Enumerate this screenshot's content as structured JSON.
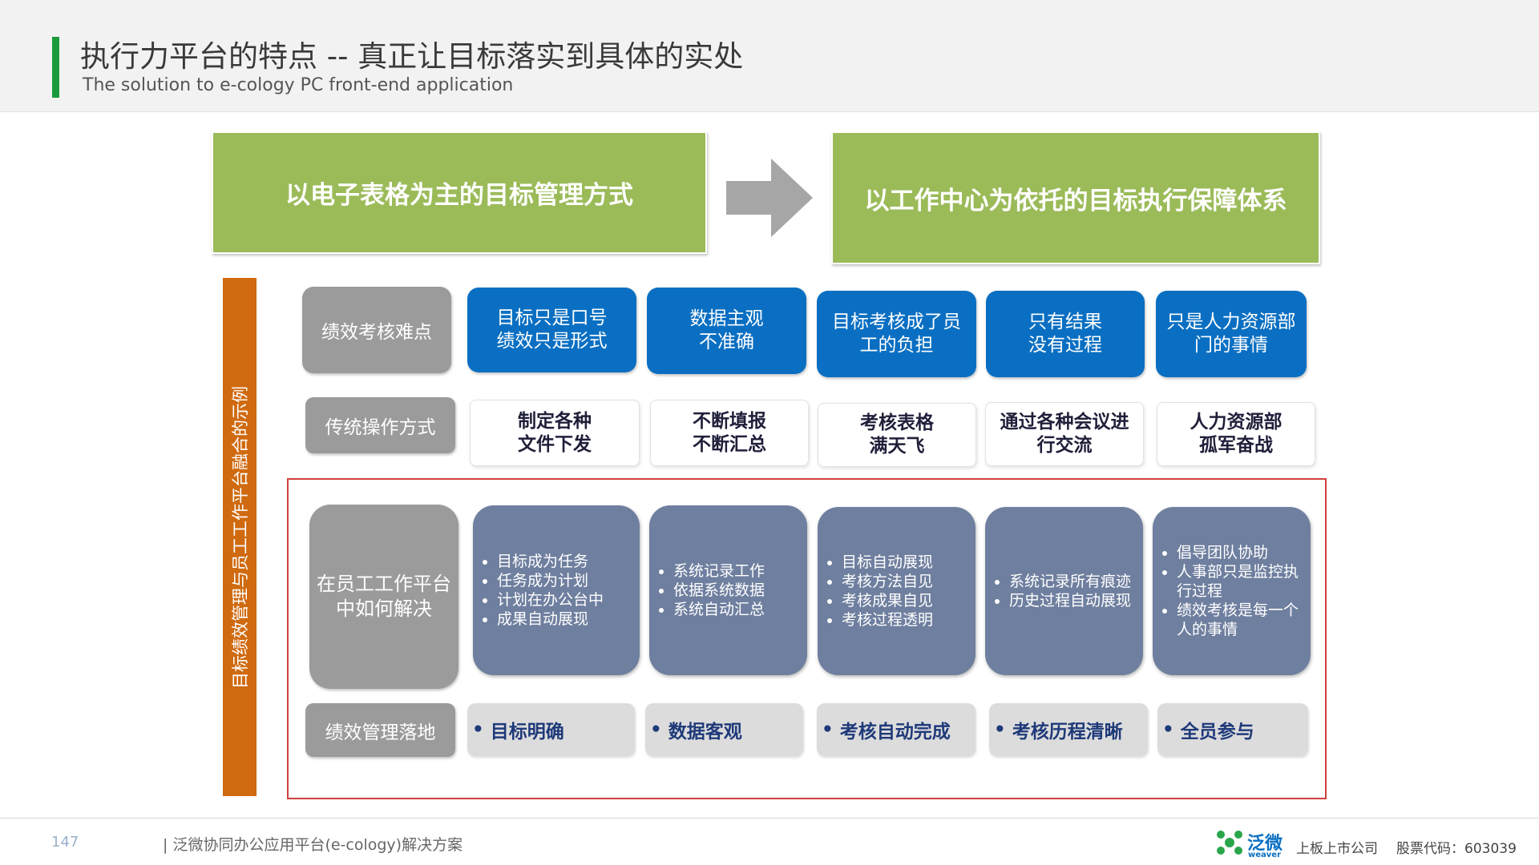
{
  "header": {
    "title": "执行力平台的特点 -- 真正让目标落实到具体的实处",
    "subtitle": "The solution to e-cology PC front-end application"
  },
  "banners": {
    "left": "以电子表格为主的目标管理方式",
    "right": "以工作中心为依托的目标执行保障体系"
  },
  "side_label": "目标绩效管理与员工工作平台融合的示例",
  "rows": {
    "difficulties": {
      "label": "绩效考核难点",
      "items": [
        [
          "目标只是口号",
          "绩效只是形式"
        ],
        [
          "数据主观",
          "不准确"
        ],
        [
          "目标考核成了员",
          "工的负担"
        ],
        [
          "只有结果",
          "没有过程"
        ],
        [
          "只是人力资源部",
          "门的事情"
        ]
      ]
    },
    "traditional": {
      "label": "传统操作方式",
      "items": [
        [
          "制定各种",
          "文件下发"
        ],
        [
          "不断填报",
          "不断汇总"
        ],
        [
          "考核表格",
          "满天飞"
        ],
        [
          "通过各种会议进",
          "行交流"
        ],
        [
          "人力资源部",
          "孤军奋战"
        ]
      ]
    },
    "solution": {
      "label": [
        "在员工工作平台",
        "中如何解决"
      ],
      "items": [
        [
          "目标成为任务",
          "任务成为计划",
          "计划在办公台中",
          "成果自动展现"
        ],
        [
          "系统记录工作",
          "依据系统数据",
          "系统自动汇总"
        ],
        [
          "目标自动展现",
          "考核方法自见",
          "考核成果自见",
          "考核过程透明"
        ],
        [
          "系统记录所有痕迹",
          "历史过程自动展现"
        ],
        [
          "倡导团队协助",
          "人事部只是监控执行过程",
          "绩效考核是每一个人的事情"
        ]
      ]
    },
    "landing": {
      "label": "绩效管理落地",
      "items": [
        "目标明确",
        "数据客观",
        "考核自动完成",
        "考核历程清晰",
        "全员参与"
      ]
    }
  },
  "footer": {
    "page_number": "147",
    "text": "| 泛微协同办公应用平台(e-cology)解决方案",
    "logo_cn": "泛微",
    "logo_en": "weaver",
    "listed": "上板上市公司",
    "stock": "股票代码：603039"
  },
  "colors": {
    "accent_green": "#1a9a3c",
    "banner_green": "#9bbb59",
    "side_orange": "#d06a10",
    "blue": "#0a6fc2",
    "slate": "#6f7f9f",
    "frame_red": "#d0403e"
  }
}
